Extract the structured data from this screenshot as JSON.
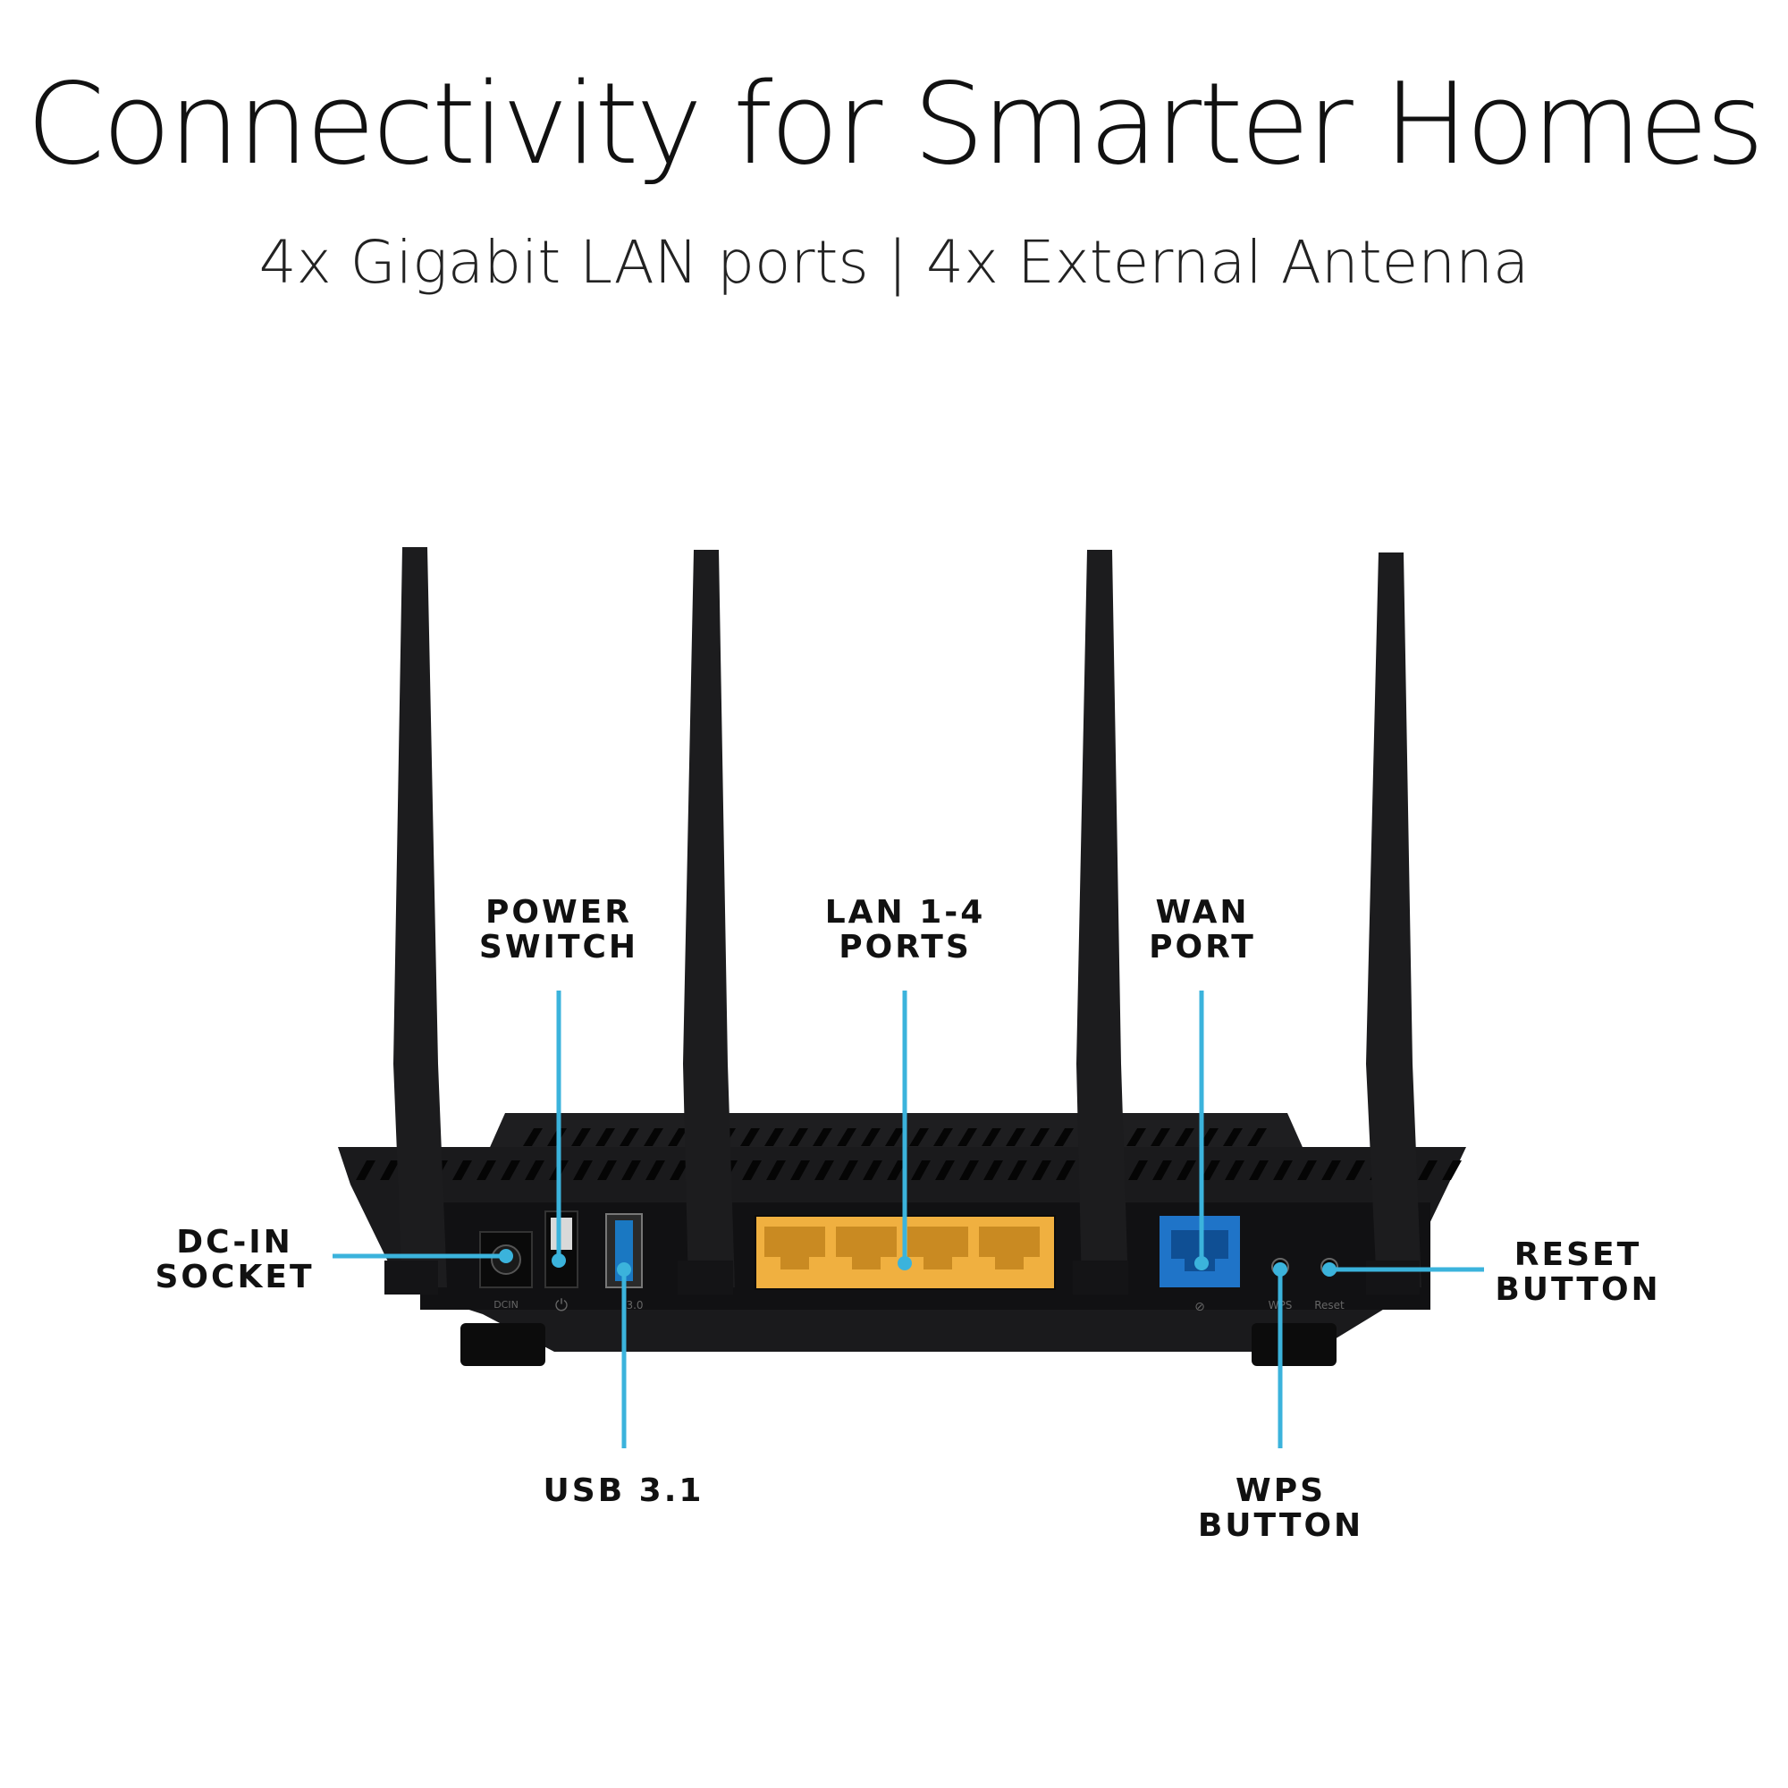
{
  "header": {
    "title": "Connectivity for Smarter Homes",
    "subtitle": "4x Gigabit LAN ports | 4x External Antenna"
  },
  "callouts": {
    "power_switch": "POWER\nSWITCH",
    "lan_ports": "LAN 1-4\nPORTS",
    "wan_port": "WAN\nPORT",
    "dc_in": "DC-IN\nSOCKET",
    "reset_button": "RESET\nBUTTON",
    "usb": "USB 3.1",
    "wps_button": "WPS\nBUTTON"
  },
  "port_labels": {
    "dc": "DCIN",
    "usb": "3.0",
    "wps": "WPS",
    "reset": "Reset"
  },
  "colors": {
    "leader_line": "#3bb3dc",
    "router_body": "#1a1a1c",
    "lan_ports": "#f0b040",
    "wan_port": "#1f74c8"
  }
}
